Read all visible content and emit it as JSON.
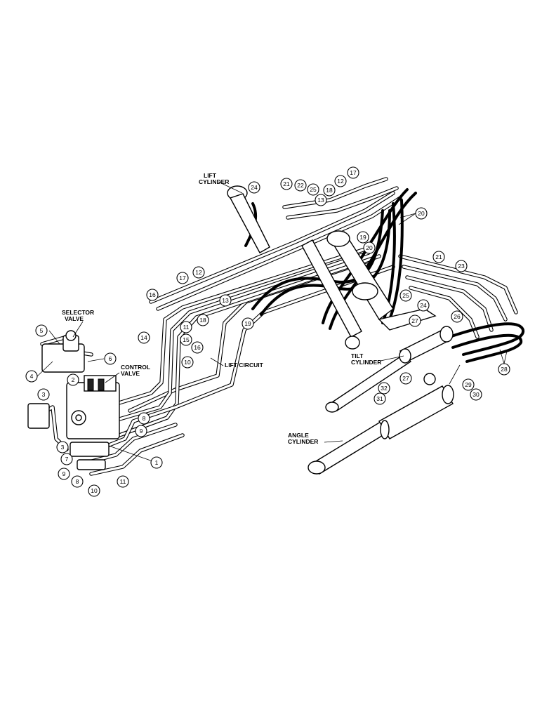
{
  "labels": {
    "lift_cylinder": [
      "LIFT",
      "CYLINDER"
    ],
    "selector_valve": [
      "SELECTOR",
      "VALVE"
    ],
    "control_valve": [
      "CONTROL",
      "VALVE"
    ],
    "lift_circuit": "LIFT CIRCUIT",
    "tilt_cylinder": [
      "TILT",
      "CYLINDER"
    ],
    "angle_cylinder": [
      "ANGLE",
      "CYLINDER"
    ]
  },
  "callouts": {
    "c1": "1",
    "c2": "2",
    "c3a": "3",
    "c3b": "3",
    "c4": "4",
    "c5": "5",
    "c6": "6",
    "c7": "7",
    "c8a": "8",
    "c8b": "8",
    "c9a": "9",
    "c9b": "9",
    "c10a": "10",
    "c10b": "10",
    "c11a": "11",
    "c11b": "11",
    "c12a": "12",
    "c12b": "12",
    "c13a": "13",
    "c13b": "13",
    "c14": "14",
    "c15": "15",
    "c16a": "16",
    "c16b": "16",
    "c17a": "17",
    "c17b": "17",
    "c18a": "18",
    "c18b": "18",
    "c19a": "19",
    "c19b": "19",
    "c20a": "20",
    "c20b": "20",
    "c21a": "21",
    "c21b": "21",
    "c22": "22",
    "c23": "23",
    "c24a": "24",
    "c24b": "24",
    "c25a": "25",
    "c25b": "25",
    "c26": "26",
    "c27a": "27",
    "c27b": "27",
    "c28": "28",
    "c29": "29",
    "c30": "30",
    "c31": "31",
    "c32": "32"
  },
  "icons": {
    "valve_block": "hydraulic-valve-assembly",
    "lift_cylinders": "hydraulic-cylinder",
    "tilt_cylinder": "hydraulic-cylinder",
    "angle_cylinder": "hydraulic-cylinder"
  }
}
